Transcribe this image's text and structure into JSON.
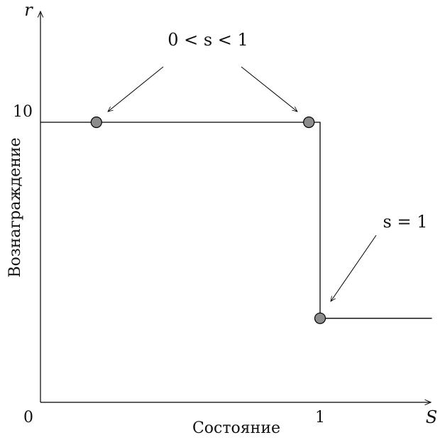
{
  "chart_data": {
    "type": "line",
    "xlabel": "Состояние",
    "ylabel": "Вознаграждение",
    "x_axis_symbol": "S",
    "y_axis_symbol": "r",
    "origin_label": "0",
    "x_tick_labels": [
      "1"
    ],
    "y_tick_labels": [
      "10"
    ],
    "xlim": [
      0,
      1.4
    ],
    "ylim": [
      0,
      13.5
    ],
    "series": [
      {
        "points": [
          [
            0,
            10
          ],
          [
            1,
            10
          ],
          [
            1,
            3
          ],
          [
            1.4,
            3
          ]
        ]
      }
    ],
    "markers": [
      {
        "x": 0.2,
        "y": 10
      },
      {
        "x": 0.96,
        "y": 10
      },
      {
        "x": 1,
        "y": 3
      }
    ],
    "annotations": [
      {
        "text": "0 < s < 1",
        "targets": [
          0,
          1
        ]
      },
      {
        "text": "s = 1",
        "targets": [
          2
        ]
      }
    ],
    "colors": {
      "line": "#000000",
      "marker_fill": "#8c8c8c",
      "marker_stroke": "#000000"
    }
  }
}
